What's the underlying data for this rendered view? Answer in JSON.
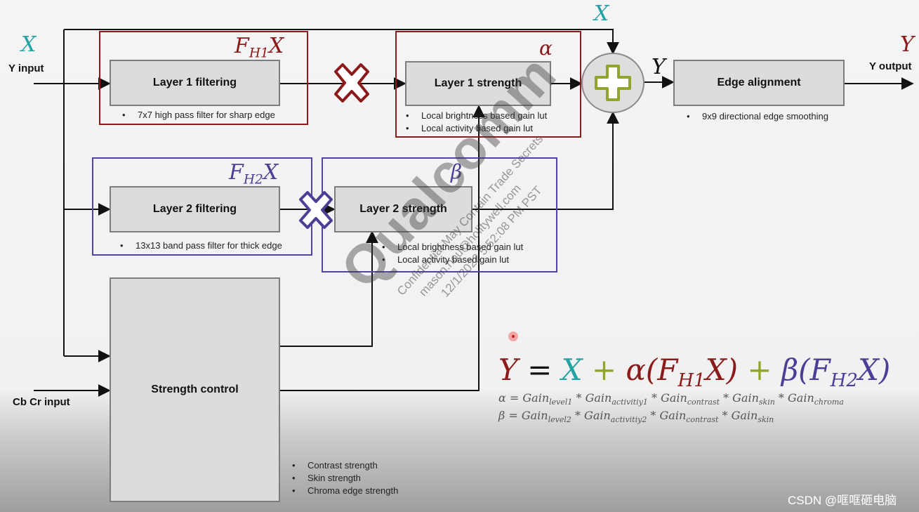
{
  "inputs": {
    "y_input_label": "Y input",
    "cbcr_input_label": "Cb Cr input",
    "y_output_label": "Y output",
    "x_symbol": "X",
    "y_symbol": "Y"
  },
  "layer1": {
    "filter_label": "Layer 1 filtering",
    "filter_note": "7x7 high pass filter for sharp edge",
    "group_symbol_f": "F",
    "group_symbol_sub": "H1",
    "group_symbol_x": "X",
    "strength_label": "Layer 1 strength",
    "strength_symbol": "α",
    "strength_notes": [
      "Local brightness based gain lut",
      "Local activity based gain lut"
    ]
  },
  "layer2": {
    "filter_label": "Layer 2 filtering",
    "filter_note": "13x13 band pass filter for thick edge",
    "group_symbol_f": "F",
    "group_symbol_sub": "H2",
    "group_symbol_x": "X",
    "strength_label": "Layer 2 strength",
    "strength_symbol": "β",
    "strength_notes": [
      "Local brightness based gain lut",
      "Local activity based gain lut"
    ]
  },
  "edge_alignment": {
    "label": "Edge alignment",
    "note": "9x9 directional edge smoothing"
  },
  "strength_control": {
    "label": "Strength control",
    "notes": [
      "Contrast strength",
      "Skin strength",
      "Chroma edge strength"
    ]
  },
  "formula": {
    "main": {
      "y": "Y",
      "eq": "=",
      "x": "X",
      "plus1": "+",
      "alpha": "α",
      "lp1": "(",
      "f1": "F",
      "f1sub": "H1",
      "x1": "X",
      "rp1": ")",
      "plus2": "+",
      "beta": "β",
      "lp2": "(",
      "f2": "F",
      "f2sub": "H2",
      "x2": "X",
      "rp2": ")"
    },
    "alpha_line": {
      "lhs": "α = ",
      "terms": [
        {
          "base": "Gain",
          "sub": "level1"
        },
        {
          "base": "Gain",
          "sub": "activitiy1"
        },
        {
          "base": "Gain",
          "sub": "contrast"
        },
        {
          "base": "Gain",
          "sub": "skin"
        },
        {
          "base": "Gain",
          "sub": "chroma"
        }
      ]
    },
    "beta_line": {
      "lhs": "β = ",
      "terms": [
        {
          "base": "Gain",
          "sub": "level2"
        },
        {
          "base": "Gain",
          "sub": "activitiy2"
        },
        {
          "base": "Gain",
          "sub": "contrast"
        },
        {
          "base": "Gain",
          "sub": "skin"
        }
      ]
    },
    "times": " * "
  },
  "watermark": {
    "brand": "Qualcomm",
    "line1": "Confidential May Contain Trade Secrets",
    "line2": "mason.hou@holitywell.com",
    "line3": "12/1/2022 5:52:08 PM PST"
  },
  "footer": {
    "credit": "CSDN @哐哐砸电脑"
  },
  "colors": {
    "teal": "#23a3a3",
    "dark_red": "#8b1a1a",
    "dark_blue": "#4b3f95",
    "green": "#8fa62a"
  }
}
